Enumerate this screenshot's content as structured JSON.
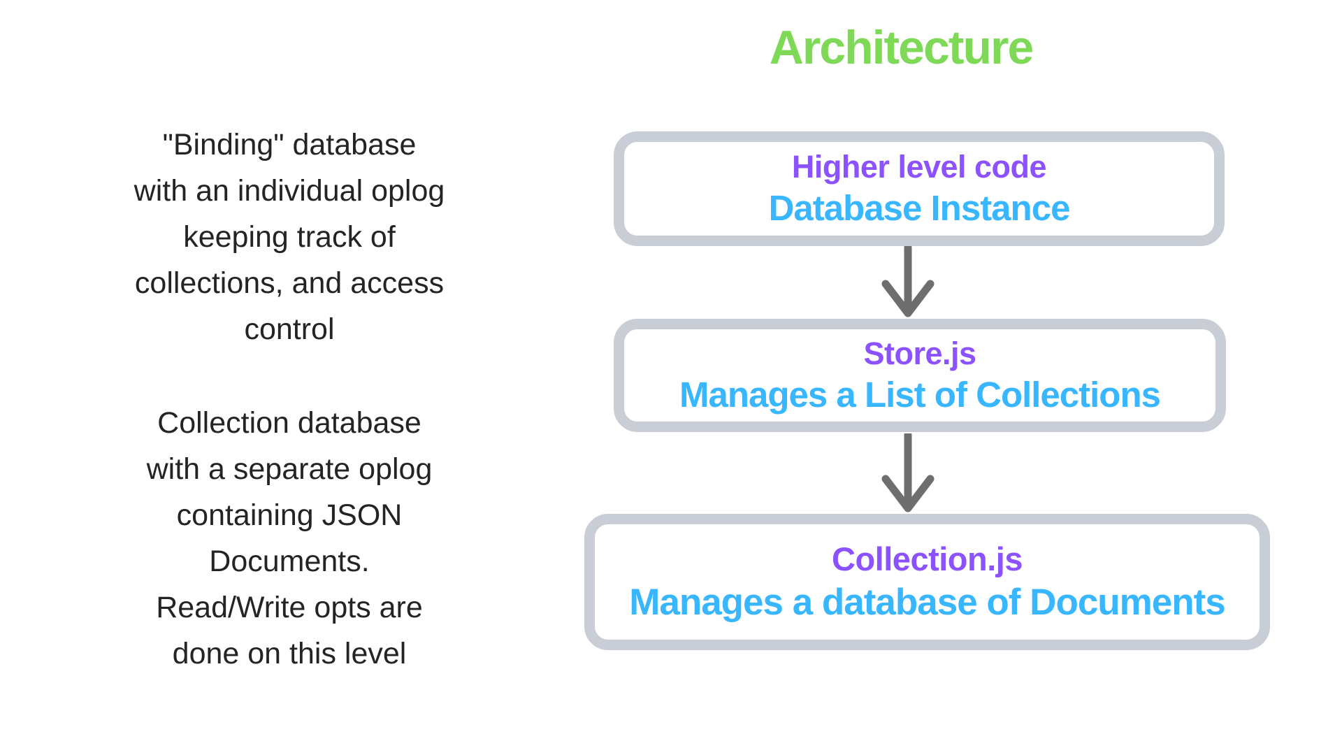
{
  "title": "Architecture",
  "colors": {
    "green": "#7ED957",
    "purple": "#8C52FF",
    "blue": "#38B6FF",
    "box_border": "#C9CED6",
    "arrow": "#6E6E6E",
    "note_text": "#242424"
  },
  "notes": [
    {
      "text": "\"Binding\" database\nwith an individual oplog\nkeeping track of\ncollections, and access\ncontrol"
    },
    {
      "text": "Collection database\nwith a separate oplog\ncontaining JSON\nDocuments.\nRead/Write opts are\ndone on this level"
    }
  ],
  "boxes": [
    {
      "title": "Higher level code",
      "subtitle": "Database Instance"
    },
    {
      "title": "Store.js",
      "subtitle": "Manages a List of Collections"
    },
    {
      "title": "Collection.js",
      "subtitle": "Manages a database of Documents"
    }
  ]
}
